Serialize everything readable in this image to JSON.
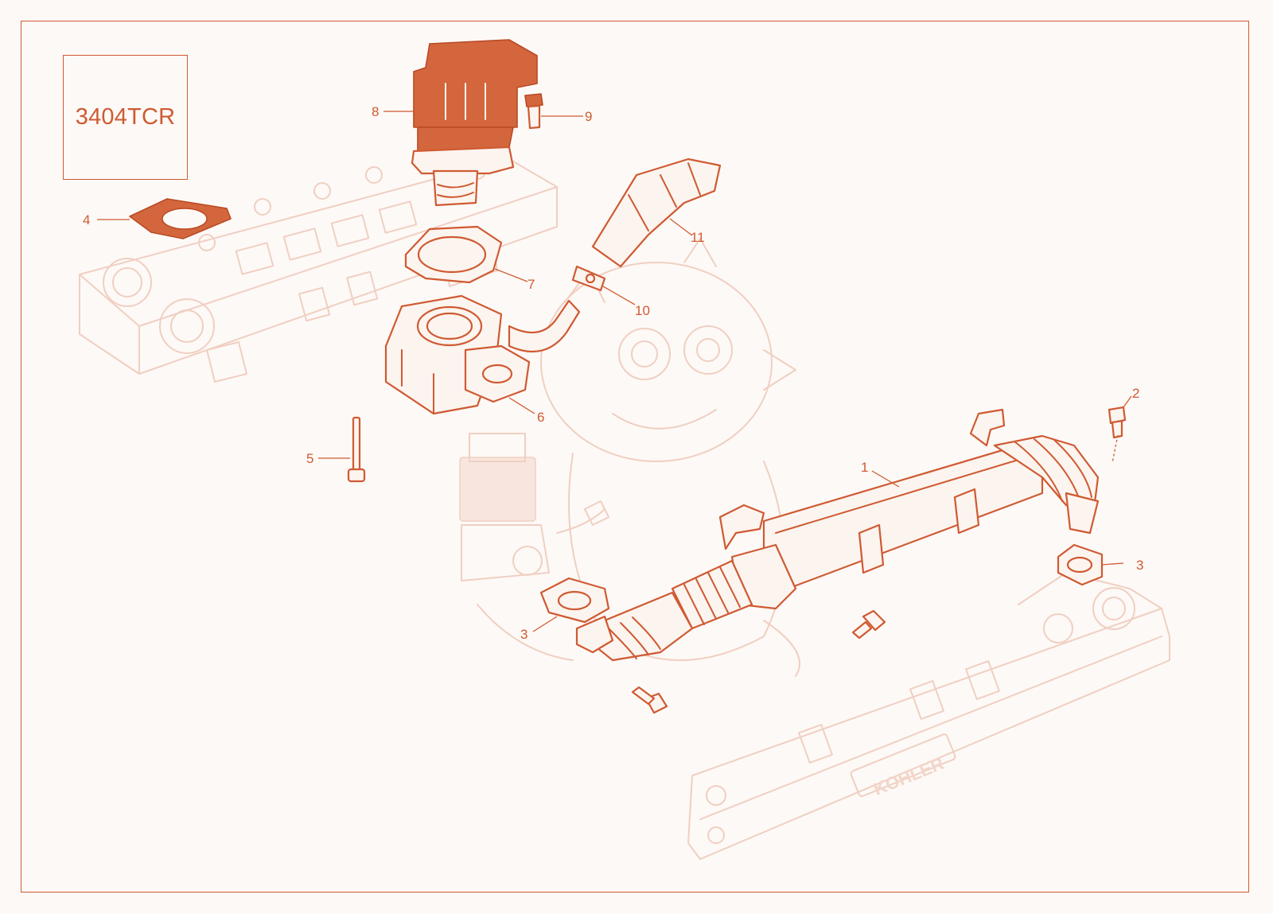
{
  "model_code": "3404TCR",
  "brand_mark": "KOHLER",
  "callouts": [
    {
      "id": "p1",
      "label": "1"
    },
    {
      "id": "p2",
      "label": "2"
    },
    {
      "id": "p3a",
      "label": "3"
    },
    {
      "id": "p3b",
      "label": "3"
    },
    {
      "id": "p4",
      "label": "4"
    },
    {
      "id": "p5",
      "label": "5"
    },
    {
      "id": "p6",
      "label": "6"
    },
    {
      "id": "p7",
      "label": "7"
    },
    {
      "id": "p8",
      "label": "8"
    },
    {
      "id": "p9",
      "label": "9"
    },
    {
      "id": "p10",
      "label": "10"
    },
    {
      "id": "p11",
      "label": "11"
    }
  ],
  "colors": {
    "accent": "#cf5a32",
    "ghost": "#f0cfc2",
    "background": "#fdf9f6"
  }
}
